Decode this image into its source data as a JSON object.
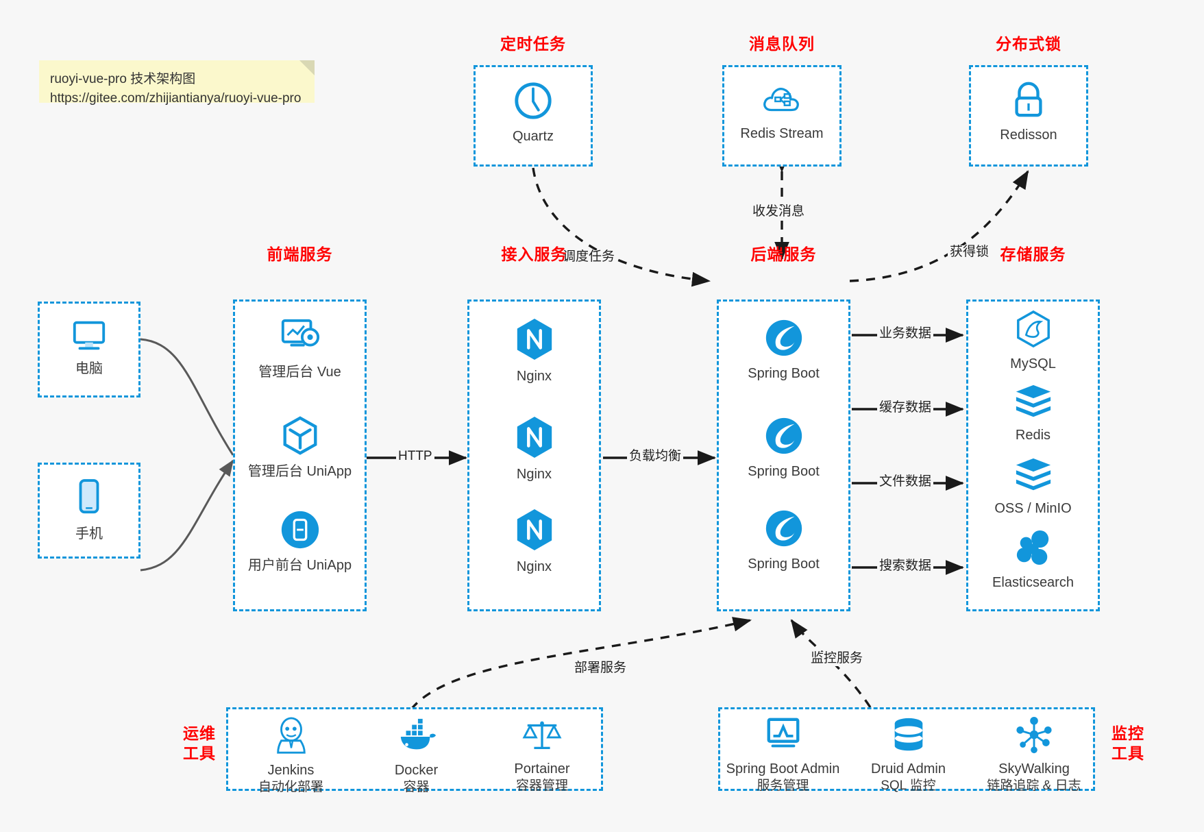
{
  "note": {
    "line1": "ruoyi-vue-pro 技术架构图",
    "line2": "https://gitee.com/zhijiantianya/ruoyi-vue-pro"
  },
  "colors": {
    "accent": "#1296db",
    "section_title": "#ff0000",
    "caption": "#3a3a3a",
    "background": "#f7f7f7",
    "note_bg": "#fbf8cc",
    "arrow": "#1a1a1a",
    "client_arrow": "#595959"
  },
  "sections": {
    "scheduled_task": "定时任务",
    "message_queue": "消息队列",
    "distributed_lock": "分布式锁",
    "frontend_service": "前端服务",
    "gateway_service": "接入服务",
    "backend_service": "后端服务",
    "storage_service": "存储服务",
    "devops_tools": "运维\n工具",
    "devops_tools_l1": "运维",
    "devops_tools_l2": "工具",
    "monitor_tools_l1": "监控",
    "monitor_tools_l2": "工具"
  },
  "clients": [
    {
      "label": "电脑",
      "icon": "desktop-icon"
    },
    {
      "label": "手机",
      "icon": "mobile-icon"
    }
  ],
  "top_nodes": [
    {
      "label": "Quartz",
      "icon": "clock-icon"
    },
    {
      "label": "Redis Stream",
      "icon": "cloud-stream-icon"
    },
    {
      "label": "Redisson",
      "icon": "lock-icon"
    }
  ],
  "frontend_nodes": [
    {
      "label": "管理后台 Vue",
      "icon": "dashboard-icon"
    },
    {
      "label": "管理后台 UniApp",
      "icon": "cube-icon"
    },
    {
      "label": "用户前台 UniApp",
      "icon": "app-icon"
    }
  ],
  "gateway_nodes": [
    {
      "label": "Nginx",
      "icon": "nginx-icon"
    },
    {
      "label": "Nginx",
      "icon": "nginx-icon"
    },
    {
      "label": "Nginx",
      "icon": "nginx-icon"
    }
  ],
  "backend_nodes": [
    {
      "label": "Spring Boot",
      "icon": "spring-icon"
    },
    {
      "label": "Spring Boot",
      "icon": "spring-icon"
    },
    {
      "label": "Spring Boot",
      "icon": "spring-icon"
    }
  ],
  "storage_nodes": [
    {
      "label": "MySQL",
      "icon": "mysql-icon"
    },
    {
      "label": "Redis",
      "icon": "redis-icon"
    },
    {
      "label": "OSS / MinIO",
      "icon": "redis-icon"
    },
    {
      "label": "Elasticsearch",
      "icon": "elasticsearch-icon"
    }
  ],
  "devops_nodes": [
    {
      "label": "Jenkins",
      "sub": "自动化部署",
      "icon": "jenkins-icon"
    },
    {
      "label": "Docker",
      "sub": "容器",
      "icon": "docker-icon"
    },
    {
      "label": "Portainer",
      "sub": "容器管理",
      "icon": "scales-icon"
    }
  ],
  "monitor_nodes": [
    {
      "label": "Spring Boot Admin",
      "sub": "服务管理",
      "icon": "monitor-chart-icon"
    },
    {
      "label": "Druid Admin",
      "sub": "SQL 监控",
      "icon": "database-icon"
    },
    {
      "label": "SkyWalking",
      "sub": "链路追踪 & 日志",
      "icon": "skywalking-icon"
    }
  ],
  "edge_labels": {
    "http": "HTTP",
    "load_balance": "负载均衡",
    "schedule_task": "调度任务",
    "send_receive_message": "收发消息",
    "acquire_lock": "获得锁",
    "business_data": "业务数据",
    "cache_data": "缓存数据",
    "file_data": "文件数据",
    "search_data": "搜索数据",
    "deploy_service": "部署服务",
    "monitor_service": "监控服务"
  }
}
